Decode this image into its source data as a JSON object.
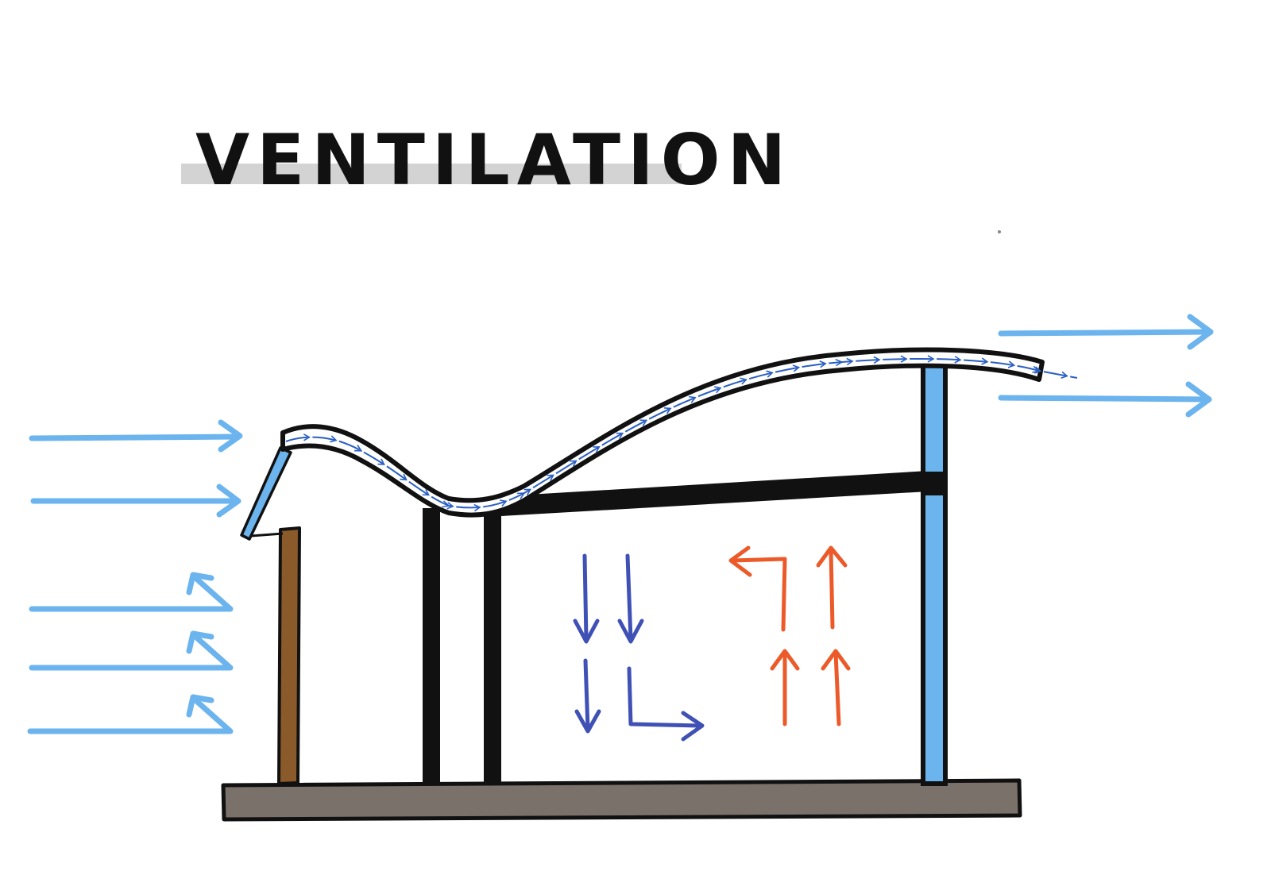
{
  "title": "VENTILATION",
  "colors": {
    "wind": "#6cb4ee",
    "roof_flow": "#2a5fc2",
    "cool_air": "#3f51b5",
    "warm_air": "#ec5a2a",
    "ground": "#7a716b",
    "wood_post": "#8b5a2b",
    "glass": "#6cb4ee",
    "outline": "#111111"
  },
  "icons": {
    "incoming_wind": "arrow-right",
    "deflected_wind": "arrow-bounce-up",
    "outgoing_wind": "arrow-right",
    "cool_air": "arrow-down",
    "warm_air": "arrow-up"
  }
}
